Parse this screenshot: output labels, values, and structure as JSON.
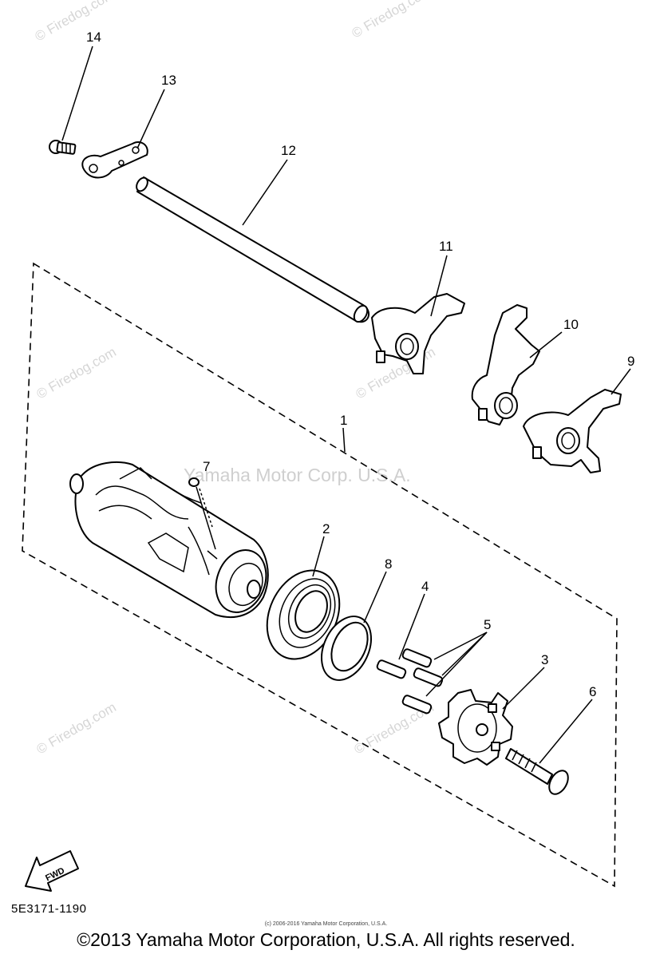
{
  "watermarks": {
    "firedog": "© Firedog.com",
    "yamaha": "Yamaha Motor Corp. U.S.A."
  },
  "labels": {
    "p1": "1",
    "p2": "2",
    "p3": "3",
    "p4": "4",
    "p5": "5",
    "p6": "6",
    "p7": "7",
    "p8": "8",
    "p9": "9",
    "p10": "10",
    "p11": "11",
    "p12": "12",
    "p13": "13",
    "p14": "14"
  },
  "fwd_label": "FWD",
  "drawing_code": "5E3171-1190",
  "small_copyright": "(c) 2006-2016 Yamaha Motor Corporation, U.S.A.",
  "footer": "©2013 Yamaha Motor Corporation, U.S.A. All rights reserved."
}
